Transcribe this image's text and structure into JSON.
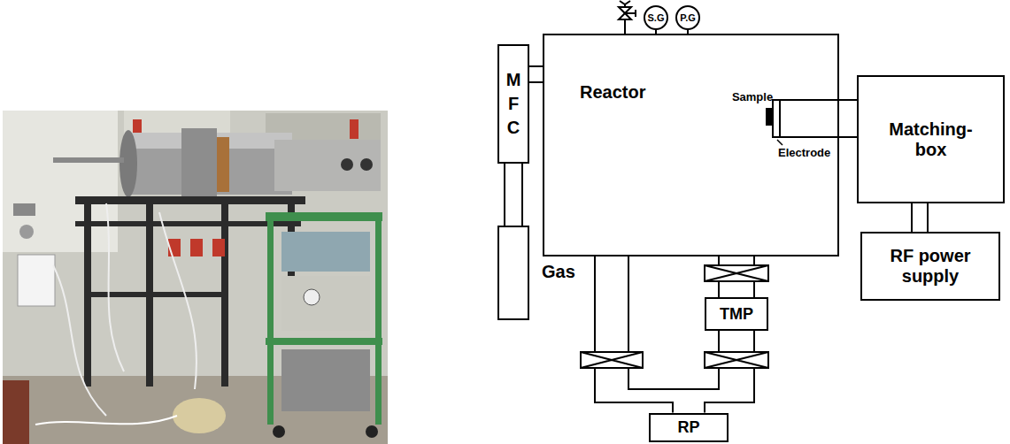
{
  "diagram": {
    "nodes": [
      {
        "text": [
          "Reactor"
        ]
      },
      {
        "text": [
          "S.G"
        ]
      },
      {
        "text": [
          "P.G"
        ]
      },
      {
        "text": [
          "Sample"
        ],
        "in": 0
      },
      {
        "text": [
          "Electrode"
        ],
        "in": 0
      },
      {
        "text": [
          "M F C"
        ]
      },
      {
        "text": [
          "Gas"
        ]
      },
      {
        "text": [
          "Matching- box"
        ]
      },
      {
        "text": [
          "RF power supply"
        ]
      },
      {
        "text": [
          "TMP"
        ]
      },
      {
        "text": [
          "RP"
        ]
      }
    ],
    "edges": [
      {
        "from": 1,
        "to": 0,
        "arrow": "none"
      },
      {
        "from": 2,
        "to": 0,
        "arrow": "none"
      },
      {
        "from": 6,
        "to": 5,
        "arrow": "none"
      },
      {
        "from": 5,
        "to": 0,
        "arrow": "none"
      },
      {
        "from": 4,
        "to": 7,
        "arrow": "none"
      },
      {
        "from": 7,
        "to": 8,
        "arrow": "none"
      },
      {
        "from": 0,
        "to": 9,
        "arrow": "none"
      },
      {
        "from": 9,
        "to": 10,
        "arrow": "none"
      },
      {
        "from": 0,
        "to": 10,
        "arrow": "none"
      }
    ]
  }
}
